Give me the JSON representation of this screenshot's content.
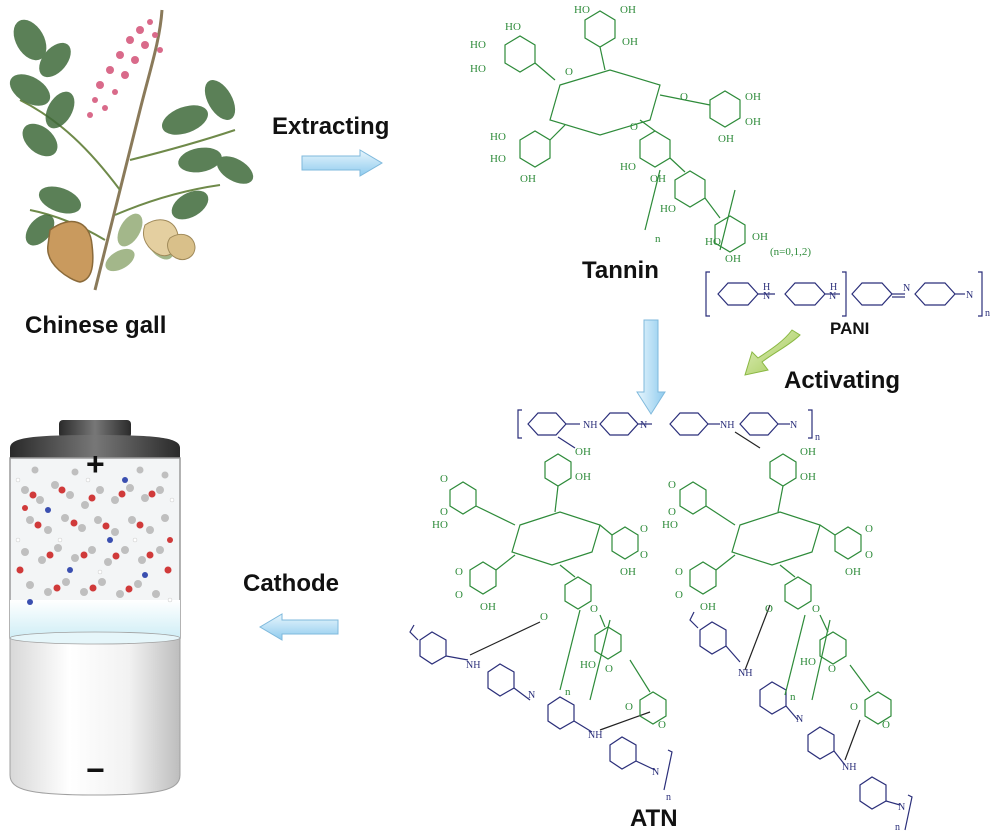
{
  "labels": {
    "chinese_gall": "Chinese gall",
    "extracting": "Extracting",
    "tannin": "Tannin",
    "pani": "PANI",
    "activating": "Activating",
    "cathode": "Cathode",
    "atn": "ATN",
    "n_values": "(n=0,1,2)",
    "plus": "+",
    "minus": "−"
  },
  "colors": {
    "tannin_green": "#2e8b3a",
    "pani_navy": "#2b2f7a",
    "arrow_blue": "#9fd3f0",
    "arrow_green": "#a8cf5a",
    "battery_red": "#d03a3a"
  },
  "icons": [
    "plant-illustration",
    "battery-illustration",
    "right-arrow",
    "down-arrow",
    "left-arrow",
    "curved-arrow"
  ]
}
